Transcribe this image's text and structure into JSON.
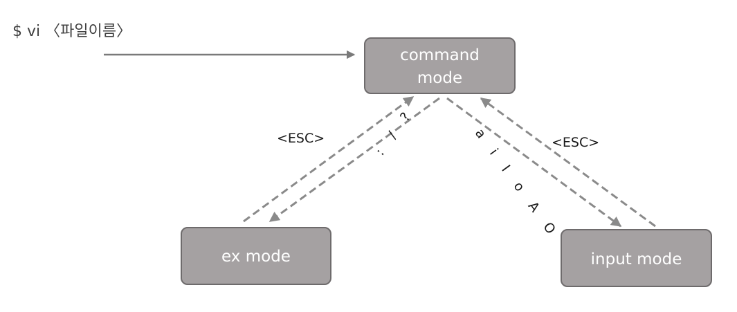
{
  "command": {
    "text": "$ vi 〈파일이름〉"
  },
  "nodes": {
    "command_mode": {
      "line1": "command",
      "line2": "mode"
    },
    "ex_mode": {
      "label": "ex mode"
    },
    "input_mode": {
      "label": "input mode"
    }
  },
  "edges": {
    "ex_to_command": {
      "label": "<ESC>"
    },
    "command_to_ex": {
      "label": ": / ?"
    },
    "command_to_input": {
      "label": "a i I o A O"
    },
    "input_to_command": {
      "label": "<ESC>"
    }
  },
  "colors": {
    "box_fill": "#a5a1a2",
    "box_border": "#6e6b6c",
    "arrow": "#8a8a8a"
  }
}
